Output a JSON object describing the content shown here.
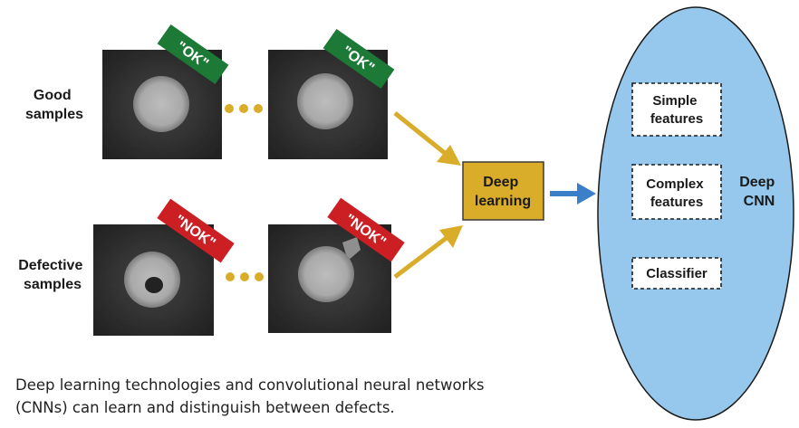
{
  "groups": {
    "good_label": [
      "Good",
      "samples"
    ],
    "defective_label": [
      "Defective",
      "samples"
    ]
  },
  "tags": {
    "ok_1": "\"OK\"",
    "ok_2": "\"OK\"",
    "nok_1": "\"NOK\"",
    "nok_2": "\"NOK\""
  },
  "center_box": [
    "Deep",
    "learning"
  ],
  "cnn": {
    "title": [
      "Deep",
      "CNN"
    ],
    "stages": [
      [
        "Simple",
        "features"
      ],
      [
        "Complex",
        "features"
      ],
      [
        "Classifier"
      ]
    ]
  },
  "caption": [
    "Deep learning technologies and convolutional neural networks",
    "(CNNs) can learn and distinguish between defects."
  ],
  "colors": {
    "ok_tag": "#1c7a36",
    "nok_tag": "#cc1f24",
    "gold": "#d9ac2a",
    "arrow_blue": "#3a7fc8",
    "ellipse_fill": "#95c8ec"
  }
}
